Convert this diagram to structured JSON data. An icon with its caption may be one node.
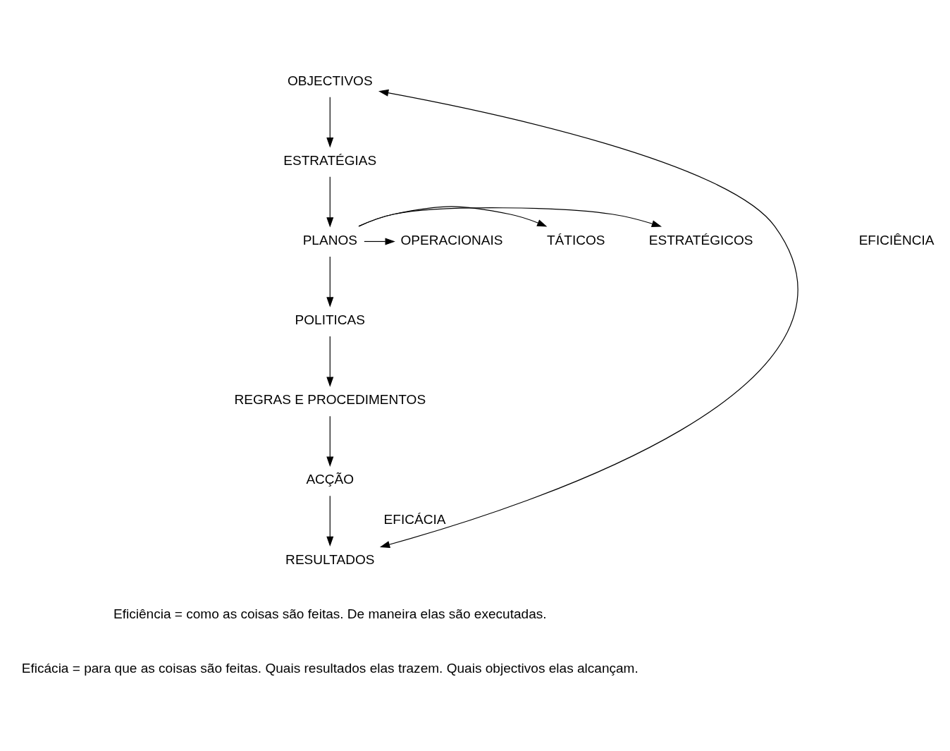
{
  "diagram": {
    "nodes": [
      {
        "text": [
          "OBJECTIVOS"
        ]
      },
      {
        "text": [
          "ESTRATÉGIAS"
        ]
      },
      {
        "text": [
          "PLANOS"
        ]
      },
      {
        "text": [
          "POLITICAS"
        ]
      },
      {
        "text": [
          "REGRAS E PROCEDIMENTOS"
        ]
      },
      {
        "text": [
          "ACÇÃO"
        ]
      },
      {
        "text": [
          "RESULTADOS"
        ]
      },
      {
        "text": [
          "ESTRATÉGICOS"
        ]
      },
      {
        "text": [
          "TÁTICOS"
        ]
      },
      {
        "text": [
          "OPERACIONAIS"
        ]
      }
    ],
    "edges": [
      {
        "from": 0,
        "to": 1,
        "arrow": "to"
      },
      {
        "from": 1,
        "to": 2,
        "arrow": "to"
      },
      {
        "from": 2,
        "to": 3,
        "arrow": "to"
      },
      {
        "from": 3,
        "to": 4,
        "arrow": "to"
      },
      {
        "from": 4,
        "to": 5,
        "arrow": "to"
      },
      {
        "from": 5,
        "to": 6,
        "arrow": "to"
      },
      {
        "from": 2,
        "to": 7,
        "arrow": "to"
      },
      {
        "from": 2,
        "to": 8,
        "arrow": "to"
      },
      {
        "from": 2,
        "to": 9,
        "arrow": "to"
      },
      {
        "from": 6,
        "to": 0,
        "arrow": "both",
        "label": "EFICÁCIA"
      }
    ],
    "labels": [
      "EFICIÊNCIA",
      "Eficiência = como as coisas são feitas. De maneira elas são executadas.",
      "Eficácia = para que as coisas são feitas. Quais resultados elas trazem. Quais objectivos elas alcançam."
    ]
  }
}
